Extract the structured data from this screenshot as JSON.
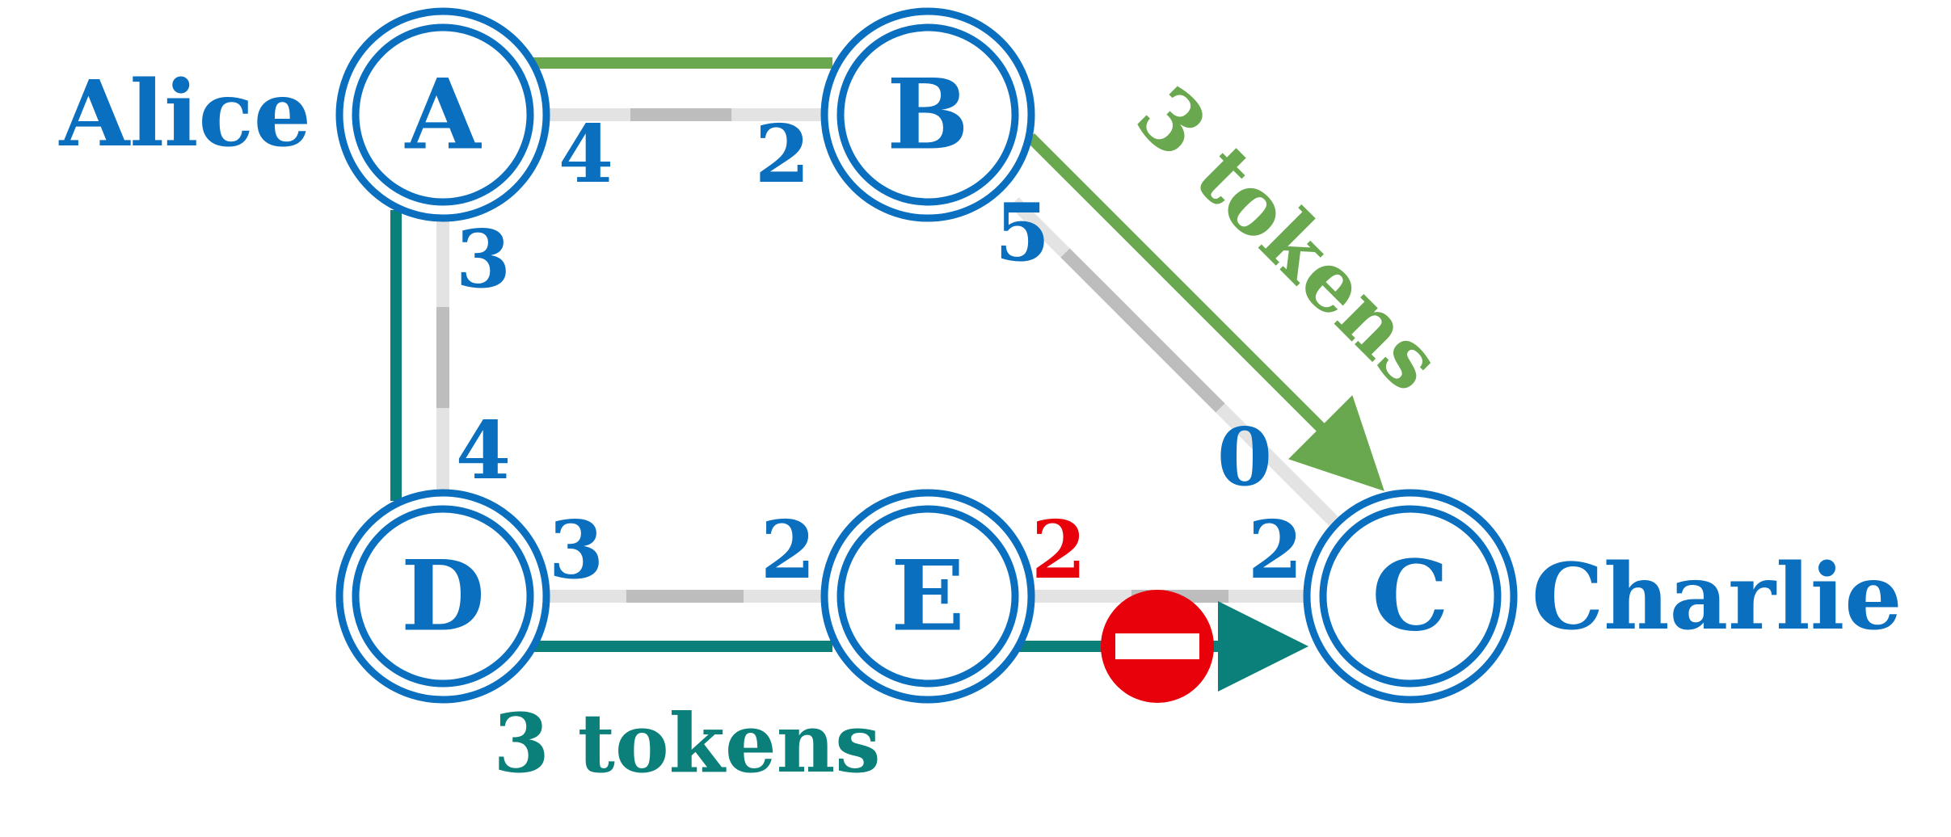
{
  "colors": {
    "node": "#0b6fbf",
    "path_top": "#6aa84f",
    "path_bottom": "#0b7f7a",
    "blocked": "#e8000b",
    "blocked_label": "#e8000b",
    "channel_dark": "#bdbdbd",
    "channel_light": "#e3e3e3"
  },
  "nodes": {
    "A": {
      "label": "A"
    },
    "B": {
      "label": "B"
    },
    "C": {
      "label": "C"
    },
    "D": {
      "label": "D"
    },
    "E": {
      "label": "E"
    }
  },
  "names": {
    "alice": "Alice",
    "charlie": "Charlie"
  },
  "balances": {
    "ab_a": "4",
    "ab_b": "2",
    "ad_a": "3",
    "ad_d": "4",
    "bc_b": "5",
    "bc_c": "0",
    "de_d": "3",
    "de_e": "2",
    "ec_e": "2",
    "ec_c": "2"
  },
  "paths": {
    "top_label": "3 tokens",
    "bottom_label": "3 tokens"
  }
}
